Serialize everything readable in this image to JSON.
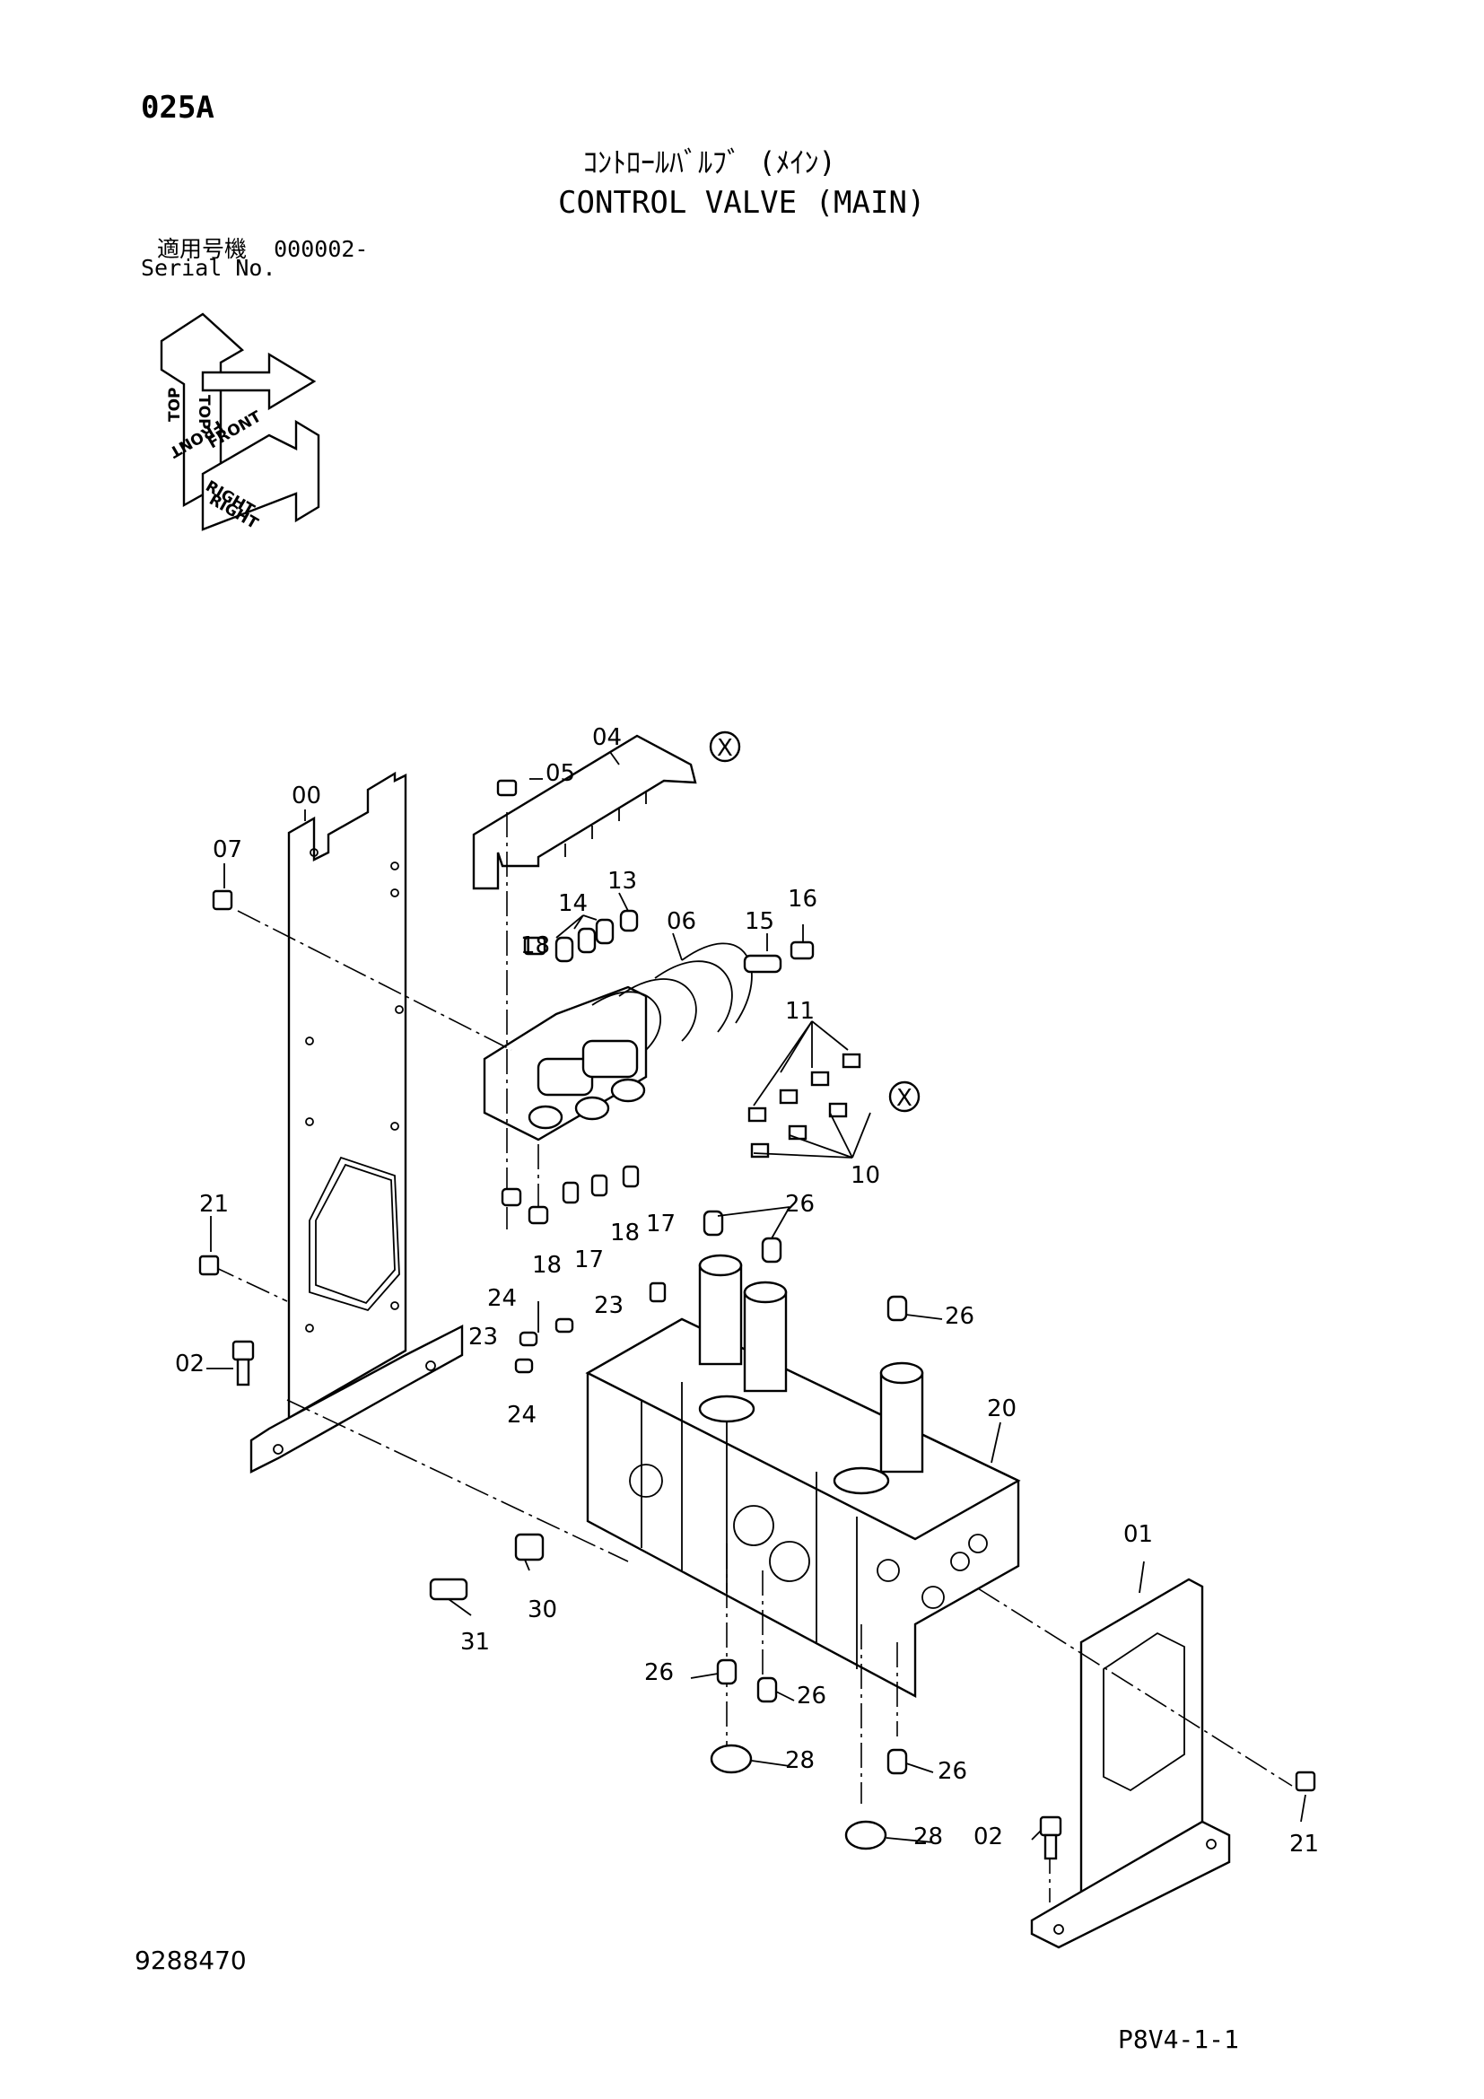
{
  "header": {
    "page_code": "025A",
    "title_jp": "ｺﾝﾄﾛｰﾙﾊﾞﾙﾌﾞ (ﾒｲﾝ)",
    "title_en": "CONTROL VALVE (MAIN)",
    "serial_label_jp": "適用号機",
    "serial_value": "000002-",
    "serial_label_en": "Serial No."
  },
  "orientation": {
    "top": "TOP",
    "front": "FRONT",
    "right": "RIGHT"
  },
  "part_labels": {
    "p00": "00",
    "p01": "01",
    "p02": "02",
    "p04": "04",
    "p05": "05",
    "p06": "06",
    "p07": "07",
    "p10": "10",
    "p11": "11",
    "p13": "13",
    "p14": "14",
    "p15": "15",
    "p16": "16",
    "p17": "17",
    "p18": "18",
    "p20": "20",
    "p21": "21",
    "p23": "23",
    "p24": "24",
    "p26": "26",
    "p28": "28",
    "p30": "30",
    "p31": "31",
    "ref_x": "X"
  },
  "footer": {
    "doc_number": "9288470",
    "page_ref": "P8V4-1-1"
  }
}
